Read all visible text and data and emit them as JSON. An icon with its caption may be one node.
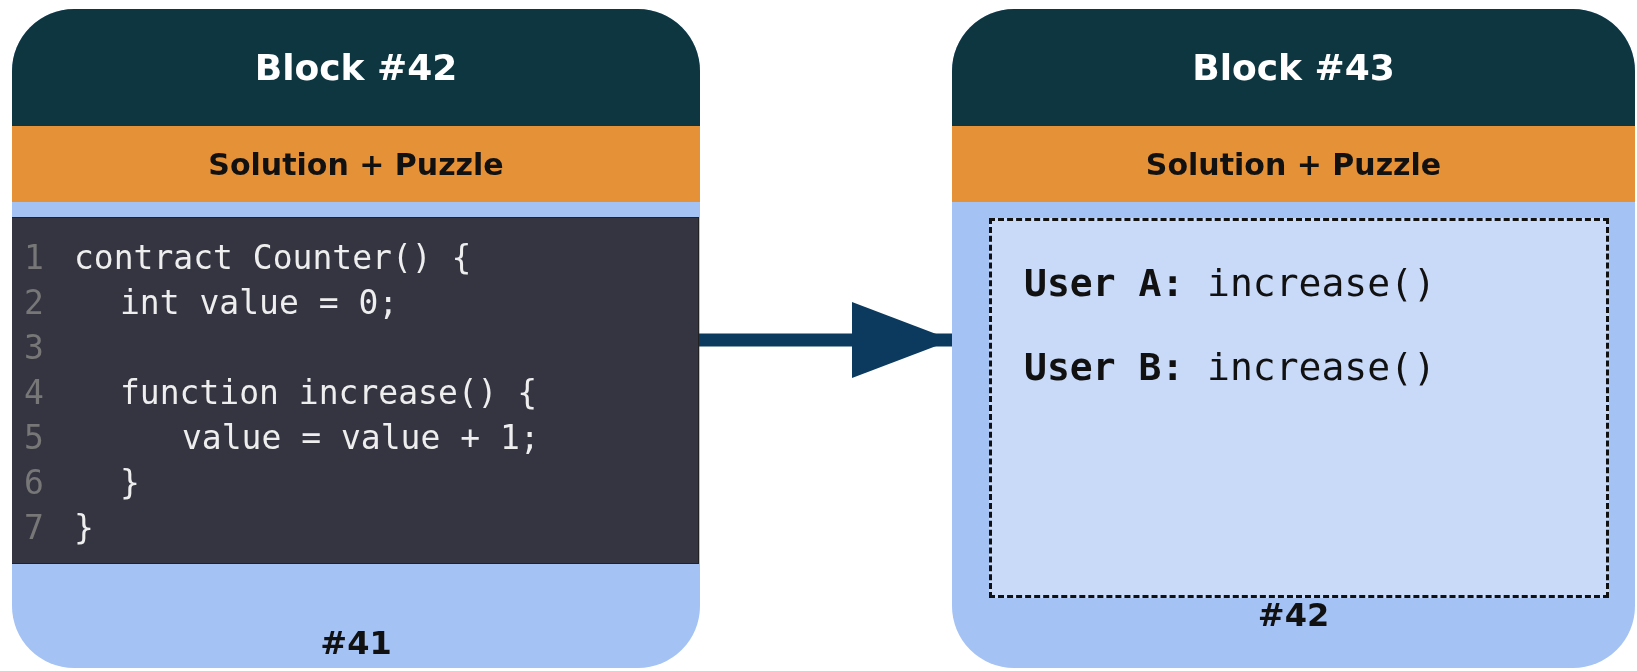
{
  "diagram": {
    "nodes": [
      {
        "text": [
          "Block #42",
          "Solution + Puzzle",
          "#41"
        ]
      },
      {
        "text": [
          "contract Counter() {",
          "int value = 0;",
          "function increase() {",
          "value = value + 1;",
          "}",
          "}"
        ],
        "in": 0
      },
      {
        "text": [
          "Block #43",
          "Solution + Puzzle",
          "#42"
        ]
      },
      {
        "text": [
          "**User A:** increase()",
          "**User B:** increase()"
        ],
        "in": 2
      }
    ],
    "edges": [
      {
        "from": 1,
        "to": 2,
        "arrow": "to"
      }
    ],
    "labels": [
      "1",
      "2",
      "3",
      "4",
      "5",
      "6",
      "7"
    ]
  }
}
